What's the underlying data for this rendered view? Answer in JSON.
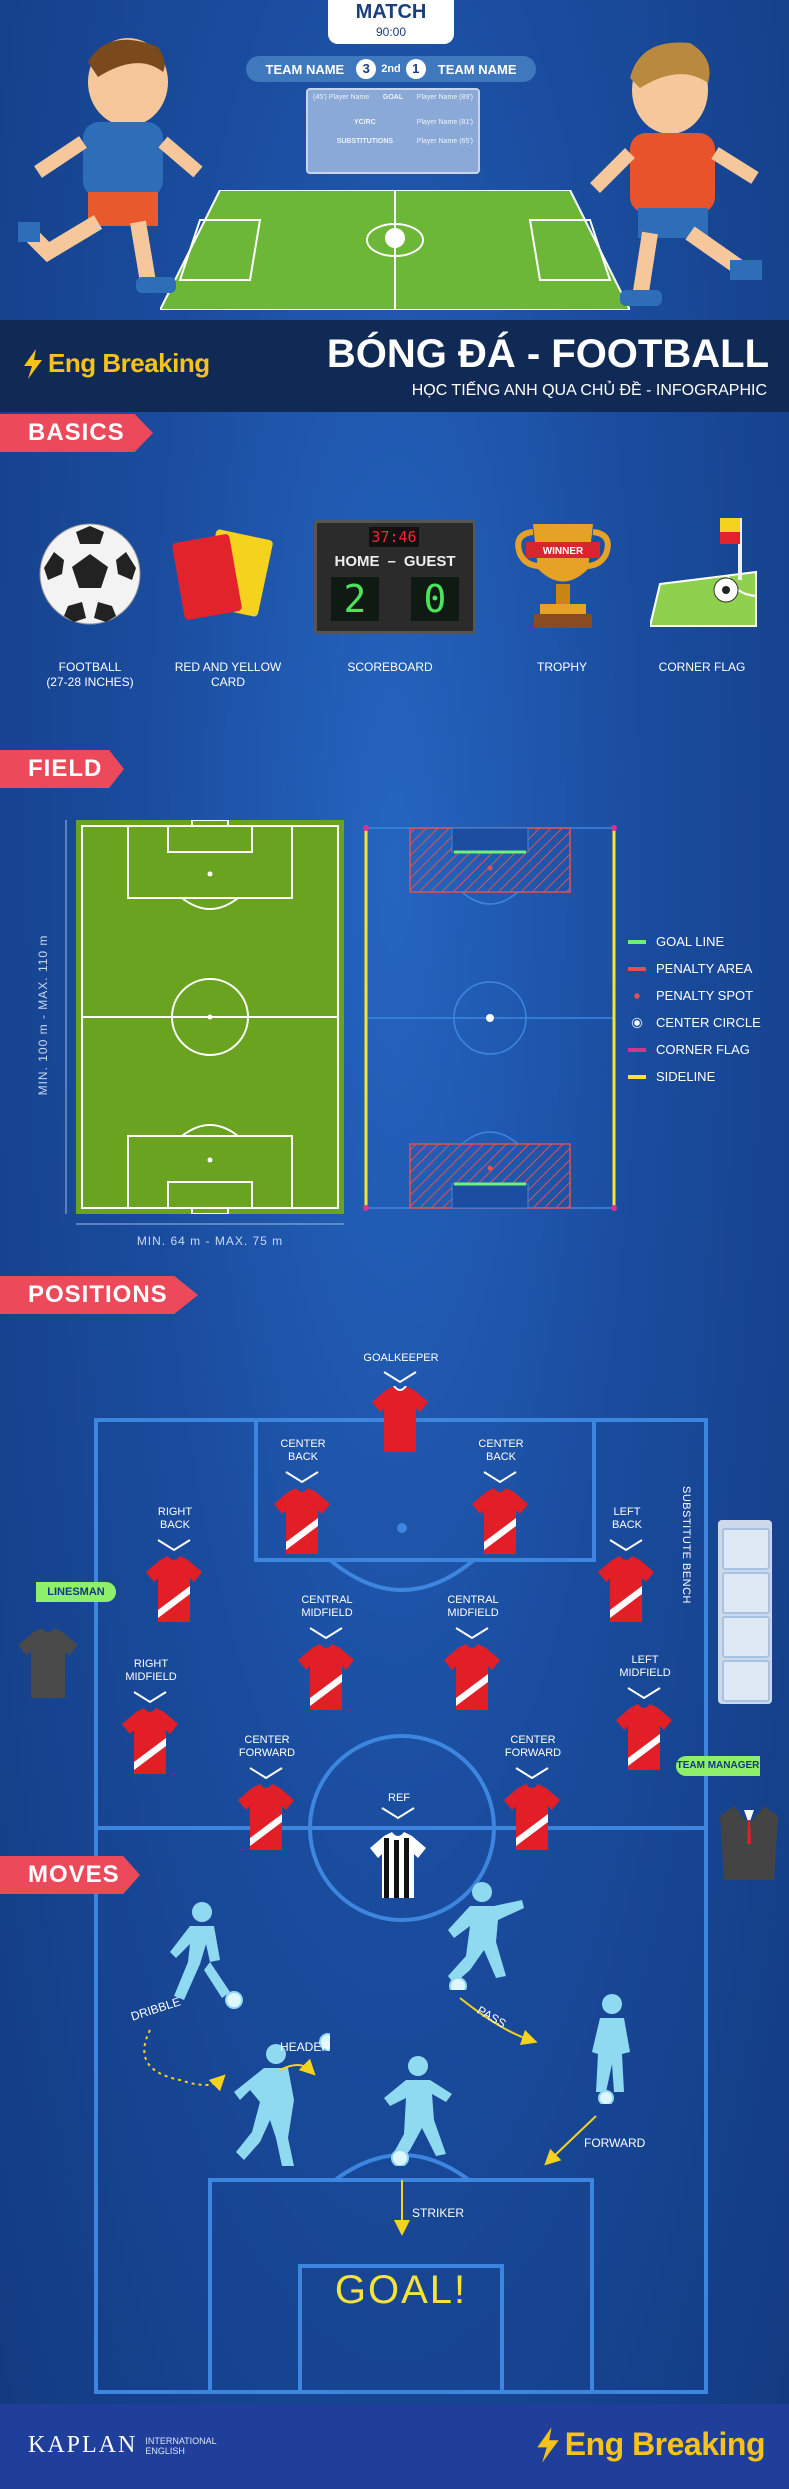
{
  "header": {
    "match_label": "MATCH",
    "match_time": "90:00",
    "team_left": "TEAM NAME",
    "team_right": "TEAM NAME",
    "score_left": "3",
    "period": "2nd",
    "score_right": "1",
    "board": {
      "row1_left": "(45') Player Name",
      "row1_center": "GOAL",
      "row1_right": "Player Name (89')",
      "row2_center": "YC/RC",
      "row2_right": "Player Name (81')",
      "row3_center": "SUBSTITUTIONS",
      "row3_right": "Player Name (65')"
    }
  },
  "brand": {
    "logo_text": "Eng Breaking",
    "title": "BÓNG ĐÁ - FOOTBALL",
    "subtitle": "HỌC TIẾNG ANH QUA CHỦ ĐỀ - INFOGRAPHIC"
  },
  "basics": {
    "tag": "BASICS",
    "items": [
      {
        "label": "FOOTBALL",
        "sub": "(27-28 INCHES)"
      },
      {
        "label": "RED AND YELLOW",
        "sub": "CARD"
      },
      {
        "label": "SCOREBOARD",
        "sub": ""
      },
      {
        "label": "TROPHY",
        "sub": ""
      },
      {
        "label": "CORNER FLAG",
        "sub": ""
      }
    ],
    "scoreboard": {
      "clock": "37:46",
      "home": "HOME",
      "dash": "–",
      "guest": "GUEST",
      "home_score": "2",
      "guest_score": "0"
    },
    "trophy_ribbon": "WINNER"
  },
  "field": {
    "tag": "FIELD",
    "length_label": "MIN. 100 m - MAX. 110 m",
    "width_label": "MIN. 64 m - MAX. 75 m",
    "legend": [
      {
        "label": "GOAL LINE",
        "color": "#6ef07a"
      },
      {
        "label": "PENALTY AREA",
        "color": "#e2504f"
      },
      {
        "label": "PENALTY SPOT",
        "color": "#e2504f"
      },
      {
        "label": "CENTER CIRCLE",
        "color": "#ffffff"
      },
      {
        "label": "CORNER FLAG",
        "color": "#d6338f"
      },
      {
        "label": "SIDELINE",
        "color": "#f5e23c"
      }
    ]
  },
  "positions": {
    "tag": "POSITIONS",
    "goalkeeper": "GOALKEEPER",
    "center_back_l1": "CENTER",
    "center_back_l2": "BACK",
    "right_back_l1": "RIGHT",
    "right_back_l2": "BACK",
    "left_back_l1": "LEFT",
    "left_back_l2": "BACK",
    "central_mid_l1": "CENTRAL",
    "central_mid_l2": "MIDFIELD",
    "right_mid_l1": "RIGHT",
    "right_mid_l2": "MIDFIELD",
    "left_mid_l1": "LEFT",
    "left_mid_l2": "MIDFIELD",
    "center_fwd_l1": "CENTER",
    "center_fwd_l2": "FORWARD",
    "ref": "REF",
    "linesman": "LINESMAN",
    "team_manager": "TEAM MANAGER",
    "bench": "SUBSTITUTE BENCH"
  },
  "moves": {
    "tag": "MOVES",
    "dribble": "DRIBBLE",
    "pass": "PASS",
    "header": "HEADER",
    "forward": "FORWARD",
    "striker": "STRIKER",
    "goal": "GOAL!"
  },
  "footer": {
    "kaplan": "KAPLAN",
    "kaplan_sub1": "INTERNATIONAL",
    "kaplan_sub2": "ENGLISH",
    "logo_text": "Eng Breaking"
  }
}
